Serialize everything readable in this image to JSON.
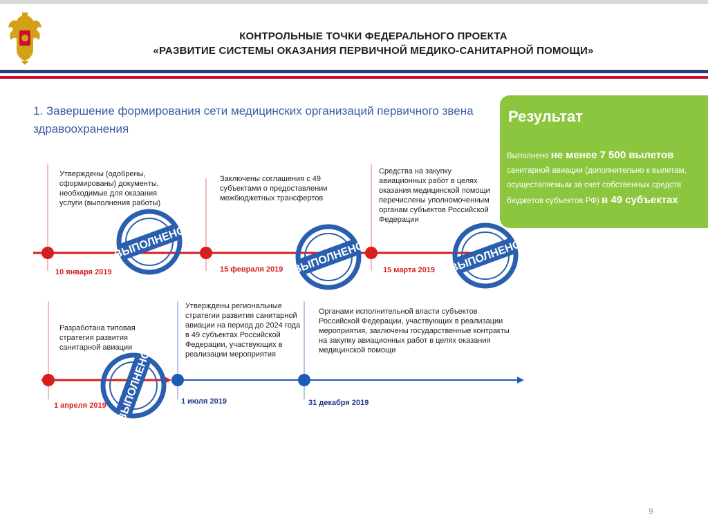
{
  "header": {
    "title_line1": "КОНТРОЛЬНЫЕ ТОЧКИ ФЕДЕРАЛЬНОГО ПРОЕКТА",
    "title_line2": "«РАЗВИТИЕ СИСТЕМЫ ОКАЗАНИЯ ПЕРВИЧНОЙ МЕДИКО-САНИТАРНОЙ ПОМОЩИ»"
  },
  "section": {
    "title": "1. Завершение формирования сети медицинских организаций первичного звена здравоохранения"
  },
  "result": {
    "title": "Результат",
    "text_prefix": "Выполнено ",
    "text_bold1": "не менее 7 500 вылетов",
    "text_middle": " санитарной авиации (дополнительно к вылетам, осуществляемым за счет собственных средств бюджетов субъектов РФ) ",
    "text_bold2": "в 49 субъектах"
  },
  "stamp_text": "ВЫПОЛНЕНО",
  "row1": [
    {
      "text": "Утверждены (одобрены, сформированы) документы, необходимые для оказания услуги (выполнения работы)",
      "date": "10 января 2019"
    },
    {
      "text": "Заключены соглашения с 49 субъектами о предоставлении межбюджетных трансфертов",
      "date": "15 февраля 2019"
    },
    {
      "text": "Средства на закупку авиационных работ в целях оказания медицинской помощи перечислены уполномоченным органам субъектов Российской Федерации",
      "date": "15 марта 2019"
    }
  ],
  "row2": [
    {
      "text": "Разработана типовая стратегия развития санитарной авиации",
      "date": "1 апреля 2019"
    },
    {
      "text": "Утверждены региональные стратегии развития санитарной авиации на период до 2024 года в 49 субъектах Российской Федерации, участвующих в реализации мероприятия",
      "date": "1 июля 2019"
    },
    {
      "text": "Органами исполнительной власти субъектов Российской Федерации, участвующих в реализации мероприятия, заключены государственные контракты на закупку авиационных работ в целях оказания медицинской помощи",
      "date": "31 декабря 2019"
    }
  ],
  "page_number": "9",
  "colors": {
    "red": "#d81e1e",
    "blue": "#1e5bb5",
    "green": "#8cc63f",
    "stamp": "#2a5fb0",
    "navy": "#2b3f7a"
  }
}
